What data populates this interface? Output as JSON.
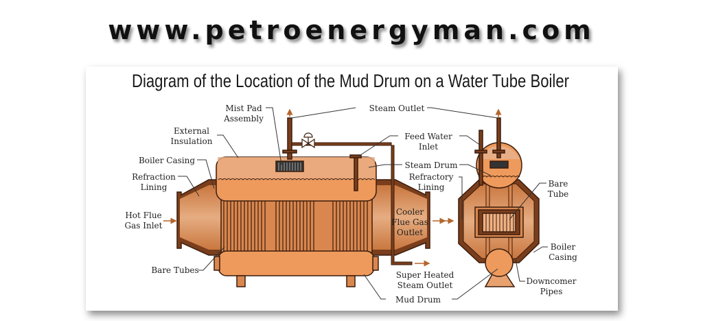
{
  "watermark": "www.petroenergyman.com",
  "title": "Diagram of the Location of the Mud Drum on a Water Tube Boiler",
  "colors": {
    "dark": "#7a3e1c",
    "body": "#e4955e",
    "light": "#f0b183",
    "outline": "#3a1c0c"
  },
  "labels": {
    "mist_pad": [
      "Mist Pad",
      "Assembly"
    ],
    "steam_outlet": "Steam Outlet",
    "external_insulation": [
      "External",
      "Insulation"
    ],
    "feed_water_inlet": [
      "Feed Water",
      "Inlet"
    ],
    "boiler_casing_left": "Boiler Casing",
    "steam_drum": "Steam Drum",
    "refraction_lining": [
      "Refraction",
      "Lining"
    ],
    "refractory_lining": [
      "Refractory",
      "Lining"
    ],
    "hot_flue_gas_inlet": [
      "Hot Flue",
      "Gas Inlet"
    ],
    "cooler_flue_gas_outlet": [
      "Cooler",
      "Flue Gas",
      "Outlet"
    ],
    "bare_tube": [
      "Bare",
      "Tube"
    ],
    "boiler_casing_right": [
      "Boiler",
      "Casing"
    ],
    "bare_tubes": "Bare Tubes",
    "super_heated_steam_outlet": [
      "Super Heated",
      "Steam Outlet"
    ],
    "downcomer_pipes": [
      "Downcomer",
      "Pipes"
    ],
    "mud_drum": "Mud Drum"
  }
}
